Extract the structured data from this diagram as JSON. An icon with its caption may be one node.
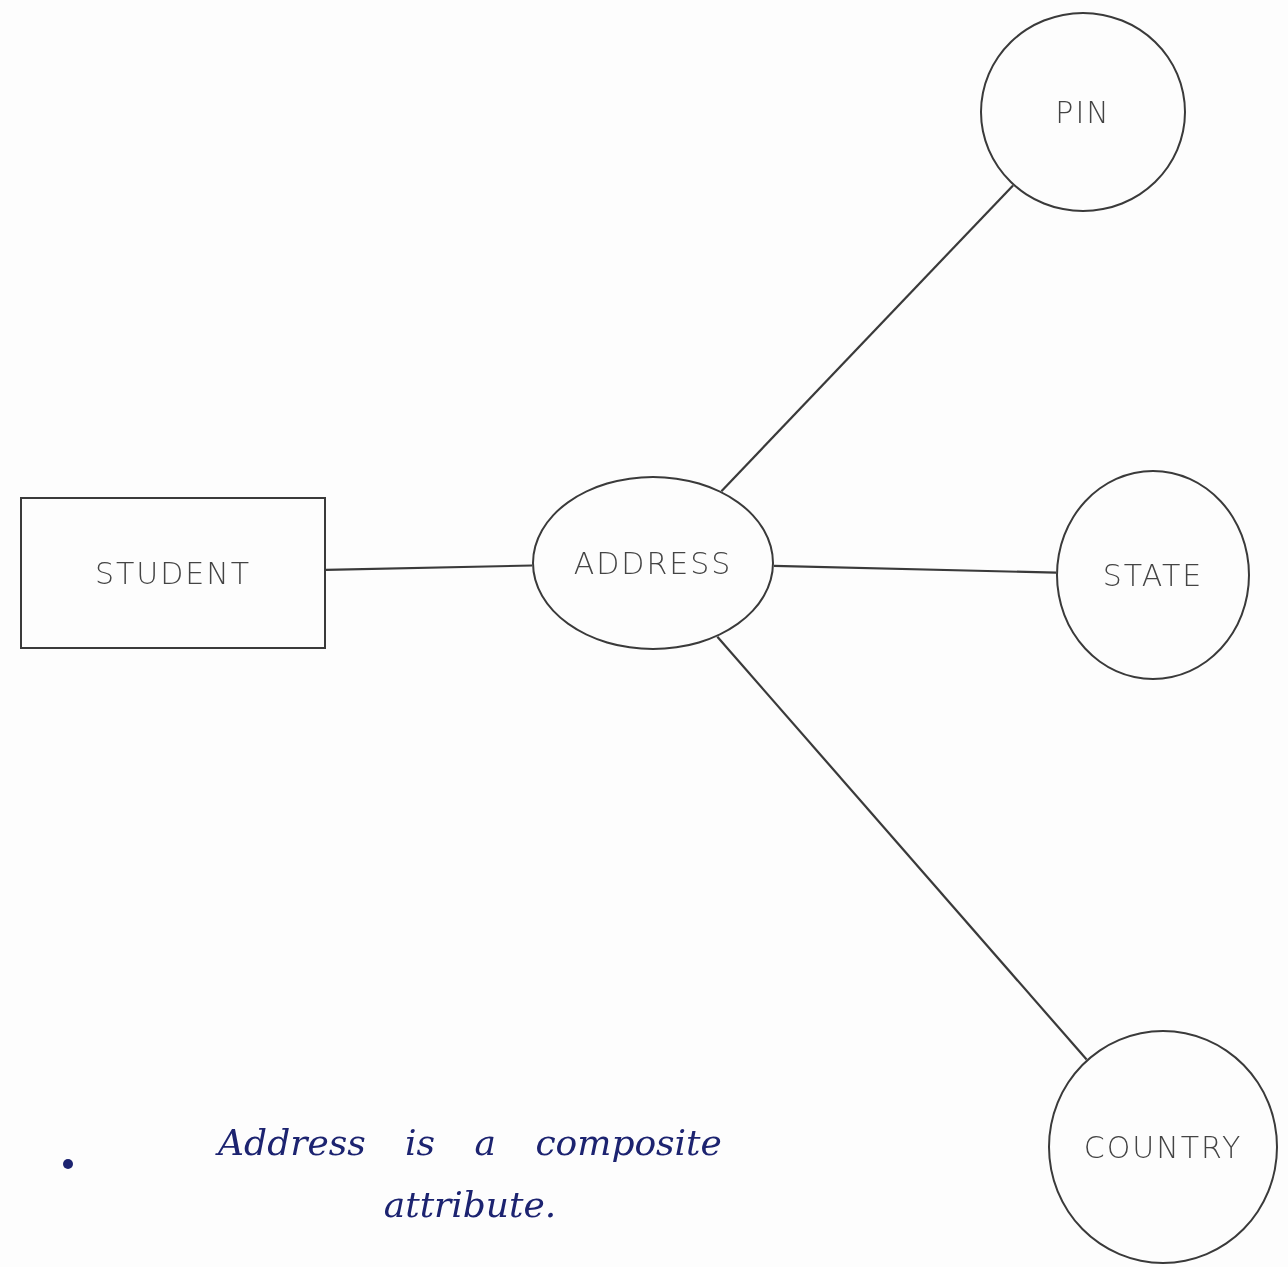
{
  "diagram": {
    "nodes": [
      {
        "text": [
          "STUDENT"
        ]
      },
      {
        "text": [
          "ADDRESS"
        ]
      },
      {
        "text": [
          "PIN"
        ]
      },
      {
        "text": [
          "STATE"
        ]
      },
      {
        "text": [
          "COUNTRY"
        ]
      }
    ],
    "edges": [
      {
        "from": 0,
        "to": 1,
        "arrow": "none"
      },
      {
        "from": 1,
        "to": 2,
        "arrow": "none"
      },
      {
        "from": 1,
        "to": 3,
        "arrow": "none"
      },
      {
        "from": 1,
        "to": 4,
        "arrow": "none"
      }
    ],
    "labels": [
      "Address is a composite attribute."
    ]
  }
}
